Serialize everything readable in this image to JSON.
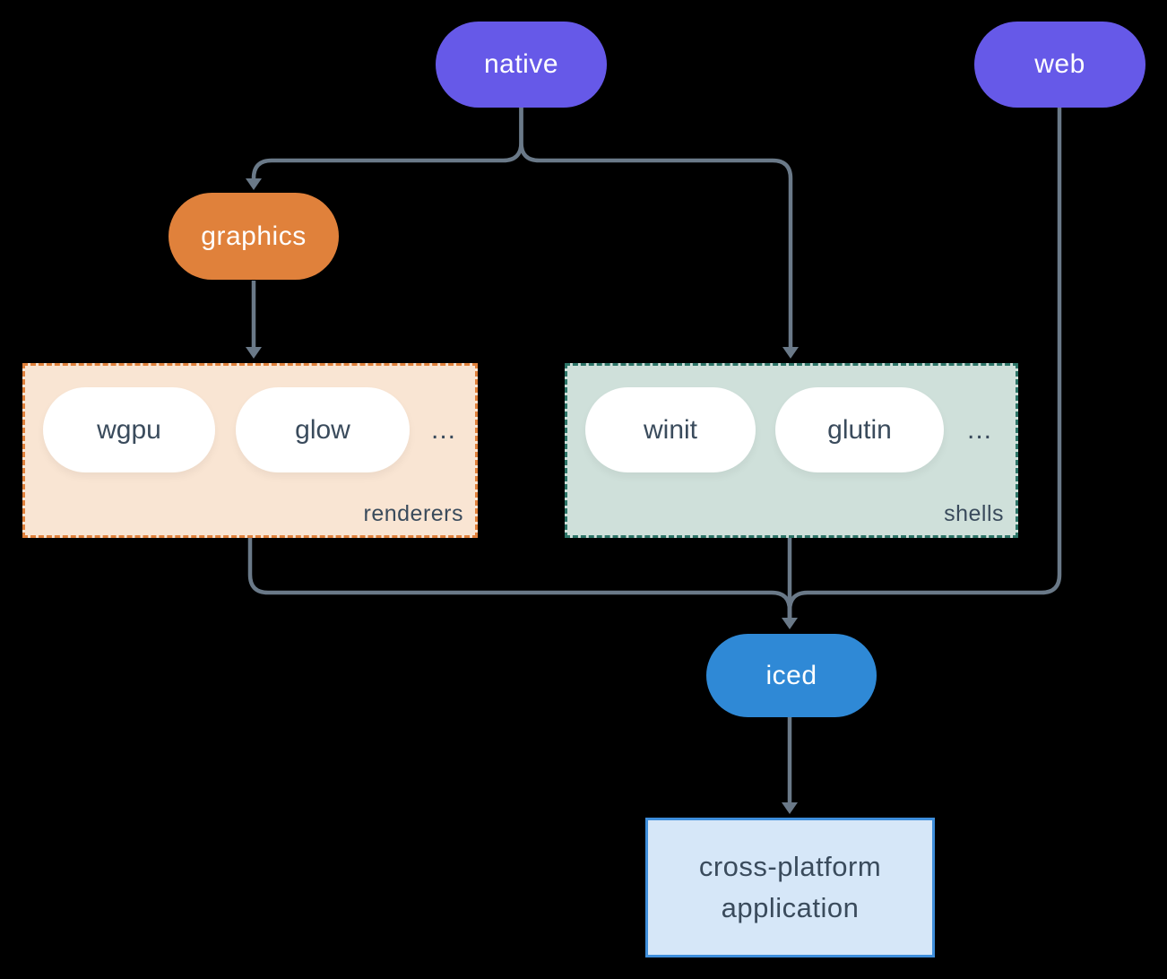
{
  "diagram": {
    "background": "#000000",
    "connector_color": "#6A7988",
    "nodes": {
      "native": {
        "label": "native",
        "fill": "#6659E8",
        "text_color": "#FFFFFF"
      },
      "web": {
        "label": "web",
        "fill": "#6659E8",
        "text_color": "#FFFFFF"
      },
      "graphics": {
        "label": "graphics",
        "fill": "#E0813B",
        "text_color": "#FFFFFF"
      },
      "iced": {
        "label": "iced",
        "fill": "#2F89D6",
        "text_color": "#FFFFFF"
      },
      "application": {
        "lines": [
          "cross-platform",
          "application"
        ],
        "fill": "#D6E7F8",
        "border_color": "#3E8EDB",
        "text_color": "#3A4B5C"
      }
    },
    "groups": {
      "renderers": {
        "label": "renderers",
        "fill": "#F9E5D3",
        "border_color": "#E0813C",
        "border_style": "dashed",
        "items": [
          "wgpu",
          "glow"
        ],
        "ellipsis": "...",
        "item_fill": "#FFFFFF",
        "item_text_color": "#3A4B5C"
      },
      "shells": {
        "label": "shells",
        "fill": "#CFE0DA",
        "border_color": "#2D7568",
        "border_style": "dashed",
        "items": [
          "winit",
          "glutin"
        ],
        "ellipsis": "...",
        "item_fill": "#FFFFFF",
        "item_text_color": "#3A4B5C"
      }
    },
    "edges": [
      {
        "from": "native",
        "to": "graphics"
      },
      {
        "from": "native",
        "to": "shells"
      },
      {
        "from": "graphics",
        "to": "renderers"
      },
      {
        "from": "renderers",
        "to": "iced"
      },
      {
        "from": "shells",
        "to": "iced"
      },
      {
        "from": "web",
        "to": "iced"
      },
      {
        "from": "iced",
        "to": "application"
      }
    ]
  }
}
